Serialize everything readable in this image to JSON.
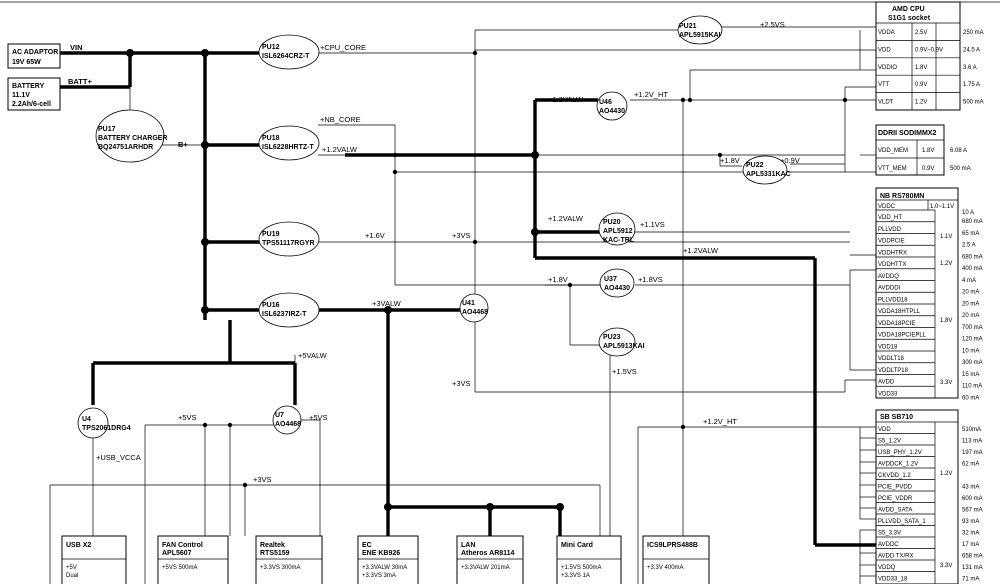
{
  "inputs": {
    "ac": {
      "l1": "AC ADAPTOR",
      "l2": "19V 65W"
    },
    "bat": {
      "l1": "BATTERY",
      "l2": "11.1V",
      "l3": "2.2Ah/6-cell"
    }
  },
  "rails": {
    "vin": "VIN",
    "batt": "BATT+",
    "bplus": "B+",
    "cpu_core": "+CPU_CORE",
    "nb_core": "+NB_CORE",
    "v12valw_a": "+1.2VALW",
    "v16": "+1.6V",
    "v3valw": "+3VALW",
    "v5valw": "+5VALW",
    "v5vs_a": "+5VS",
    "v5vs_b": "+5VS",
    "usb_vcca": "+USB_VCCA",
    "v3vs_a": "+3VS",
    "v3vs_b": "+3VS",
    "v3vs_c": "+3VS",
    "v25vs": "+2.5VS",
    "v12valw_b": "+1.2VALW",
    "v12v_ht_a": "+1.2V_HT",
    "v18v_a": "+1.8V",
    "v09v": "+0.9V",
    "v12valw_c": "+1.2VALW",
    "v11vs": "+1.1VS",
    "v12valw_d": "+1.2VALW",
    "v18v_b": "+1.8V",
    "v18vs": "+1.8VS",
    "v15vs": "+1.5VS",
    "v12v_ht_b": "+1.2V_HT"
  },
  "regs": {
    "pu12": {
      "ref": "PU12",
      "part": "ISL6264CRZ-T"
    },
    "pu17": {
      "ref": "PU17",
      "part": "BATTERY CHARGER",
      "part2": "BQ24751ARHDR"
    },
    "pu18": {
      "ref": "PU18",
      "part": "ISL6228HRTZ-T"
    },
    "pu19": {
      "ref": "PU19",
      "part": "TPS51117RGYR"
    },
    "pu16": {
      "ref": "PU16",
      "part": "ISL6237IRZ-T"
    },
    "u4": {
      "ref": "U4",
      "part": "TPS2061DRG4"
    },
    "u7": {
      "ref": "U7",
      "part": "AO4468"
    },
    "u41": {
      "ref": "U41",
      "part": "AO4468"
    },
    "pu21": {
      "ref": "PU21",
      "part": "APL5915KAI"
    },
    "u46": {
      "ref": "U46",
      "part": "AO4430"
    },
    "pu22": {
      "ref": "PU22",
      "part": "APL5331KAC"
    },
    "pu20": {
      "ref": "PU20",
      "part": "APL5912",
      "part2": "KAC-TRL"
    },
    "u37": {
      "ref": "U37",
      "part": "AO4430"
    },
    "pu23": {
      "ref": "PU23",
      "part": "APL5913KAI"
    }
  },
  "cpu": {
    "title": "AMD   CPU",
    "sub": "S1G1 socket",
    "rows": [
      {
        "pin": "VDDA",
        "v": "2.5V",
        "i": "250 mA"
      },
      {
        "pin": "VDD",
        "v": "0.9V–0.9V",
        "i": "24.5 A"
      },
      {
        "pin": "VDDIO",
        "v": "1.8V",
        "i": "3.6 A"
      },
      {
        "pin": "VTT",
        "v": "0.9V",
        "i": "1.75 A"
      },
      {
        "pin": "VLDT",
        "v": "1.2V",
        "i": "500 mA"
      }
    ]
  },
  "ddr": {
    "title": "DDRII SODIMMX2",
    "rows": [
      {
        "pin": "VDD_MEM",
        "v": "1.8V",
        "i": "6.08 A"
      },
      {
        "pin": "VTT_MEM",
        "v": "0.9V",
        "i": "500 mA"
      }
    ]
  },
  "nb": {
    "title": "NB      RS780MN",
    "vddc": "VDDC",
    "vddc_v": "1.0~1.1V",
    "vddc_i": "10 A",
    "pins": [
      "VDD_HT",
      "PLLVDD",
      "VDDPCIE",
      "VDDHTRX",
      "VDDHTTX",
      "AVDDQ",
      "AVDDDI",
      "PLLVDD18",
      "VDDA18HTPLL",
      "VDDA18PCIE",
      "VDDA18PCIEPLL",
      "VDD18",
      "VDDLT18",
      "VDDLTP18",
      "AVDD",
      "VDD33"
    ],
    "currents": [
      "680 mA",
      "65 mA",
      "2.5 A",
      "680 mA",
      "400 mA",
      "4 mA",
      "20 mA",
      "20 mA",
      "20 mA",
      "700 mA",
      "120 mA",
      "10 mA",
      "300 mA",
      "15 mA",
      "110 mA",
      "60 mA"
    ],
    "v11": "1.1V",
    "v12": "1.2V",
    "v18": "1.8V",
    "v33": "3.3V"
  },
  "sb": {
    "title": "SB      SB710",
    "pins": [
      "VDD",
      "S5_1.2V",
      "USB_PHY_1.2V",
      "AVDDCK_1.2V",
      "CKVDD_1.2",
      "PCIE_PVDD",
      "PCIE_VDDR",
      "AVDD_SATA",
      "PLLVDD_SATA_1",
      "S5_3.3V",
      "AVDDC",
      "AVDD TX/RX",
      "VDDQ",
      "VDD33_18"
    ],
    "currents": [
      "510mA",
      "113 mA",
      "197 mA",
      "62 mA",
      "",
      "43 mA",
      "600 mA",
      "567 mA",
      "93 mA",
      "32 mA",
      "17 mA",
      "658 mA",
      "131 mA",
      "71 mA"
    ],
    "v12": "1.2V",
    "v33": "3.3V"
  },
  "loads": [
    {
      "name": "USB X2",
      "l1": "+5V",
      "l2": "Dual"
    },
    {
      "name": "FAN Control",
      "name2": "APL5607",
      "l1": "+5VS 500mA"
    },
    {
      "name": "Realtek",
      "name2": "RTS5159",
      "l1": "+3.3VS 300mA"
    },
    {
      "name": "EC",
      "name2": "ENE KB926",
      "l1": "+3.3VALW 30mA",
      "l2": "+3.3VS 3mA"
    },
    {
      "name": "LAN",
      "name2": "Atheros AR8114",
      "l1": "+3.3VALW 201mA"
    },
    {
      "name": "Mini Card",
      "l1": "+1.5VS 500mA",
      "l2": "+3.3VS 1A"
    },
    {
      "name": "ICS9LPRS488B",
      "l1": "+3.3V 400mA"
    }
  ]
}
